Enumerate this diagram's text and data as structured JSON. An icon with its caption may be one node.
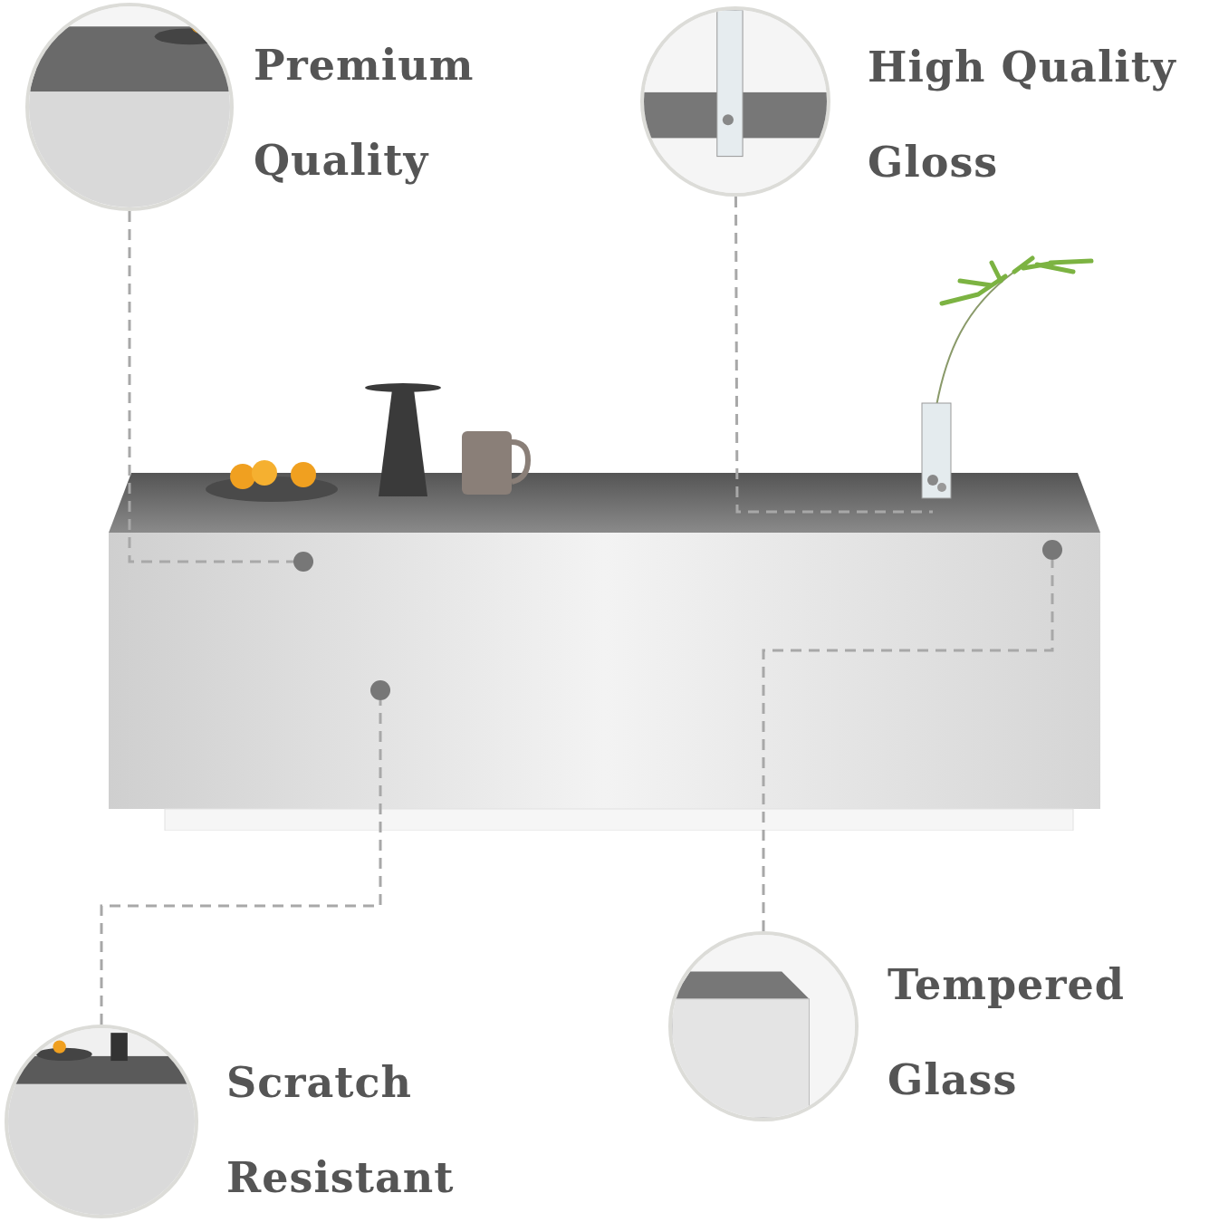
{
  "diagram": {
    "nodes": [
      {
        "text": [],
        "shape": "picture",
        "beside": [
          "Premium Quality"
        ]
      },
      {
        "text": [],
        "shape": "picture",
        "beside": [
          "High Quality Gloss"
        ]
      },
      {
        "text": [],
        "shape": "picture"
      },
      {
        "text": [],
        "shape": "circle",
        "in": 2
      },
      {
        "text": [],
        "shape": "circle",
        "in": 2
      },
      {
        "text": [],
        "shape": "circle",
        "in": 2
      },
      {
        "text": [],
        "shape": "picture",
        "beside": [
          "Tempered Glass"
        ]
      },
      {
        "text": [],
        "shape": "picture",
        "beside": [
          "Scratch Resistant"
        ]
      }
    ],
    "edges": [
      {
        "from": 0,
        "to": 3,
        "arrow": "none",
        "style": "dashed"
      },
      {
        "from": 1,
        "to": null,
        "arrow": "none",
        "style": "dashed"
      },
      {
        "from": 6,
        "to": 4,
        "arrow": "none",
        "style": "dashed"
      },
      {
        "from": 7,
        "to": 5,
        "arrow": "none",
        "style": "dashed"
      }
    ]
  }
}
